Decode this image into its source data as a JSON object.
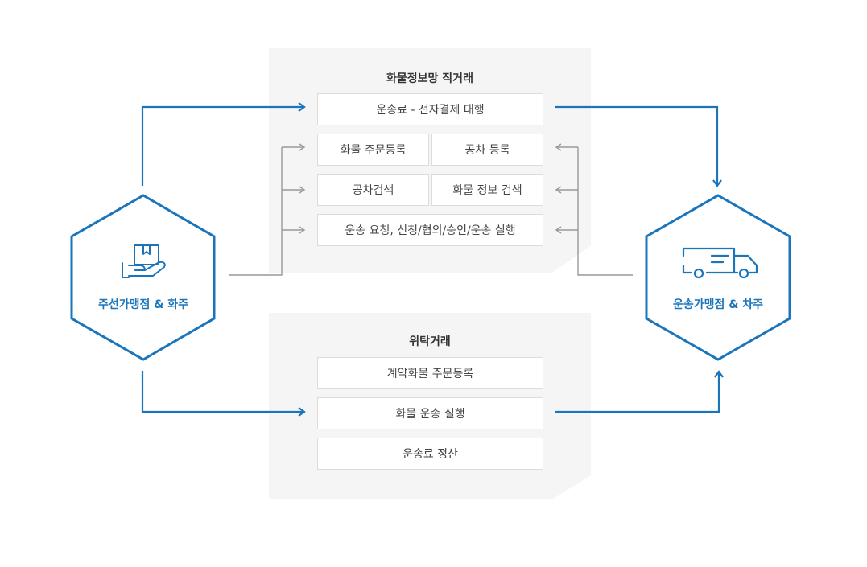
{
  "colors": {
    "accent": "#1a75bb",
    "gray_arrow": "#999999"
  },
  "direct_trade": {
    "title": "화물정보망 직거래",
    "fee_box": "운송료 - 전자결제 대행",
    "cargo_register": "화물 주문등록",
    "empty_truck_register": "공차 등록",
    "empty_truck_search": "공차검색",
    "cargo_info_search": "화물 정보 검색",
    "transport_process": "운송 요청, 신청/협의/승인/운송 실행"
  },
  "consignment_trade": {
    "title": "위탁거래",
    "contract_cargo_register": "계약화물 주문등록",
    "cargo_transport_exec": "화물 운송 실행",
    "fee_settlement": "운송료 정산"
  },
  "left_node": {
    "label": "주선가맹점 & 화주",
    "icon": "hand-box-icon"
  },
  "right_node": {
    "label": "운송가맹점 & 차주",
    "icon": "truck-icon"
  }
}
